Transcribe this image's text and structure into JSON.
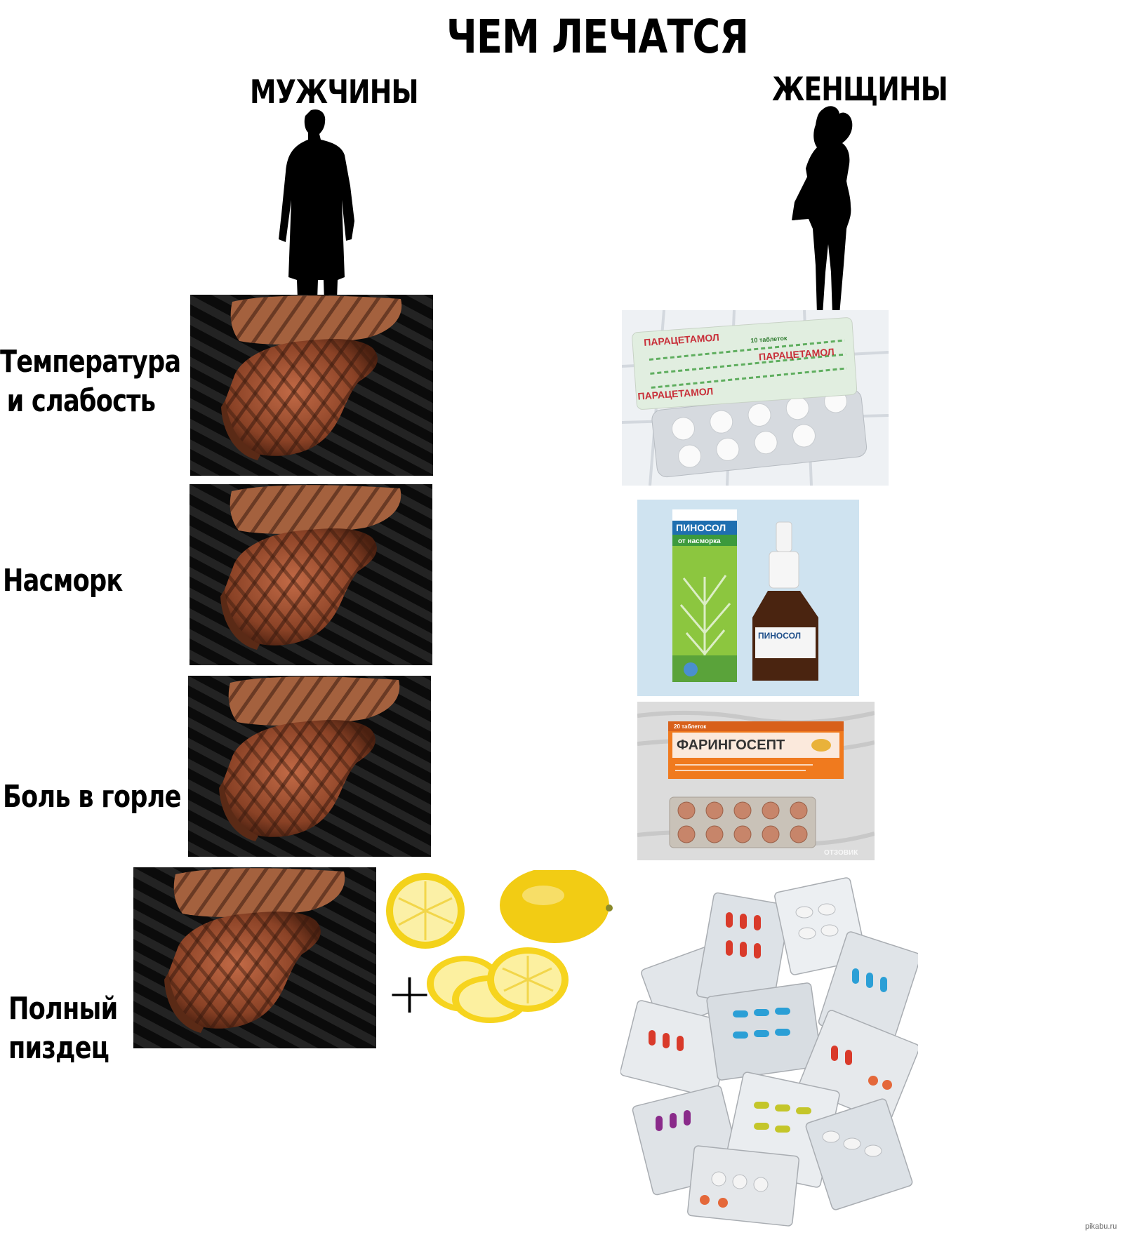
{
  "title": "ЧЕМ ЛЕЧАТСЯ",
  "columns": {
    "men": "МУЖЧИНЫ",
    "women": "ЖЕНЩИНЫ"
  },
  "rows": [
    {
      "label_line1": "Температура",
      "label_line2": "и слабость",
      "women_drug": "ПАРАЦЕТАМОЛ",
      "women_drug_sub": "10 таблеток"
    },
    {
      "label_line1": "Насморк",
      "women_drug": "ПИНОСОЛ",
      "women_drug_sub": "от насморка"
    },
    {
      "label_line1": "Боль в горле",
      "women_drug": "ФАРИНГОСЕПТ",
      "women_drug_sub": "20 таблеток"
    },
    {
      "label_line1": "Полный",
      "label_line2": "пиздец"
    }
  ],
  "plus_sign": "+",
  "watermark": "pikabu.ru",
  "photo_watermark": "ОТЗОВИК",
  "colors": {
    "steak": "#7a3b22",
    "grill": "#1c1c1c",
    "lemon": "#f4d21c",
    "pill_green": "#3a9a3a",
    "orange_box": "#f07a1e"
  }
}
